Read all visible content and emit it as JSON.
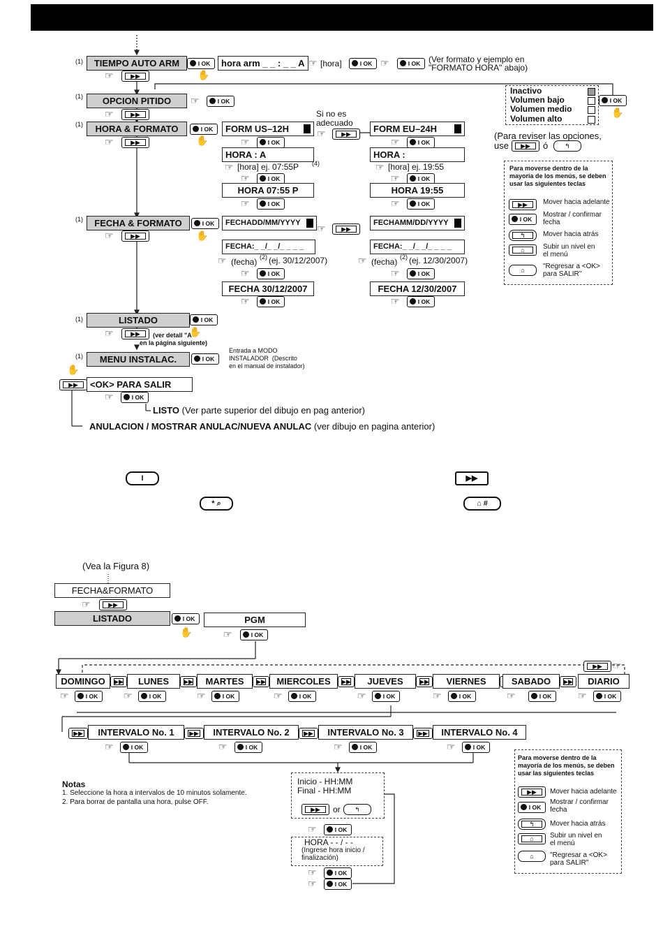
{
  "marks": {
    "note1": "(1)",
    "ok_key": "I OK",
    "off_key_glyph": "I",
    "next_glyph": "▶▶",
    "back_glyph": "↰",
    "up_glyph": "⌂",
    "home_glyph": "⌂",
    "pointer_glyph": "☞",
    "hand_glyph": "✋",
    "or": "or",
    "o": "ó"
  },
  "top": {
    "tiempo_auto_arm": "TIEMPO AUTO ARM",
    "hora_arm": "hora arm _ _ : _ _  A",
    "hora_bracket": "[hora]",
    "ver_formato": "(Ver formato y ejemplo en\n\"FORMATO HORA\" abajo)",
    "opcion_pitido": "OPCION PITIDO",
    "pitido_options": [
      "Inactivo",
      "Volumen bajo",
      "Volumen medio",
      "Volumen alto"
    ],
    "hora_formato": "HORA & FORMATO",
    "si_no_es": "Si no es",
    "adecuado": "adecuado",
    "form_us": "FORM US–12H",
    "form_eu": "FORM EU–24H",
    "hora_us": "HORA      :      A",
    "hora_eu": "HORA      :",
    "ej_us": "[hora] ej. 07:55P",
    "ej_us_sup": "(4)",
    "ej_eu": "[hora] ej. 19:55",
    "hora_us_val": "HORA 07:55 P",
    "hora_eu_val": "HORA 19:55",
    "para_revisar": "(Para reviser las opciones,",
    "use": "use",
    "fecha_formato": "FECHA & FORMATO",
    "fecha_ddmm": "FECHADD/MM/YYYY",
    "fecha_mmdd": "FECHAMM/DD/YYYY",
    "fecha_blank_l": "FECHA:_ _/_ _/_ _ _ _",
    "fecha_blank_r": "FECHA:_ _/_ _/_ _ _ _",
    "fecha_ej_l_a": "(fecha)",
    "fecha_ej_l_sup": "(2)",
    "fecha_ej_l_b": "(ej. 30/12/2007)",
    "fecha_ej_r_a": "(fecha)",
    "fecha_ej_r_sup": "(2)",
    "fecha_ej_r_b": "(ej. 12/30/2007)",
    "fecha_val_l": "FECHA 30/12/2007",
    "fecha_val_r": "FECHA 12/30/2007",
    "listado": "LISTADO",
    "ver_detall": "(ver detall \"A\"",
    "en_la_pagina": "en la página siguiente)",
    "menu_instalac": "MENU INSTALAC.",
    "entrada_modo": "Entrada a MODO\nINSTALADOR  (Descrito\nen el manual de instalador)",
    "ok_salir": "<OK> PARA SALIR",
    "listo_b": "LISTO",
    "listo_rest": " (Ver parte superior del dibujo en pag anterior)",
    "anulacion_b": "ANULACION / MOSTRAR ANULAC/NUEVA ANULAC",
    "anulacion_rest": " (ver dibujo en pagina anterior)"
  },
  "legend": {
    "title": "Para moverse dentro de la\nmayoría de los menús, se deben\nusar las siguientes teclas",
    "items": [
      "Mover hacia adelante",
      "Mostrar / confirmar\nfecha",
      "Mover hacia atrás",
      "Subir un nivel en\nel menú",
      "\"Regresar a <OK>\npara SALIR\""
    ]
  },
  "keys": {
    "off": "I",
    "next": "▶▶",
    "star": "* ⌕",
    "hash": "⌂   #"
  },
  "bottom": {
    "vea_figura": "(Vea la Figura 8)",
    "fecha_formato": "FECHA&FORMATO",
    "listado": "LISTADO",
    "pgm": "PGM",
    "days": [
      "DOMINGO",
      "LUNES",
      "MARTES",
      "MIERCOLES",
      "JUEVES",
      "VIERNES",
      "SABADO",
      "DIARIO"
    ],
    "intervals": [
      "INTERVALO No. 1",
      "INTERVALO No. 2",
      "INTERVALO No. 3",
      "INTERVALO No. 4"
    ],
    "inicio": "Inicio -   HH:MM",
    "final": "Final -   HH:MM",
    "hora_blank": "HORA - - / - -",
    "ingrese": "(Ingrese hora inicio /\nfinalización)",
    "notas_title": "Notas",
    "notas": [
      "1. Seleccione la hora a intervalos de 10 minutos solamente.",
      "2. Para borrar de pantalla una hora, pulse OFF."
    ]
  }
}
